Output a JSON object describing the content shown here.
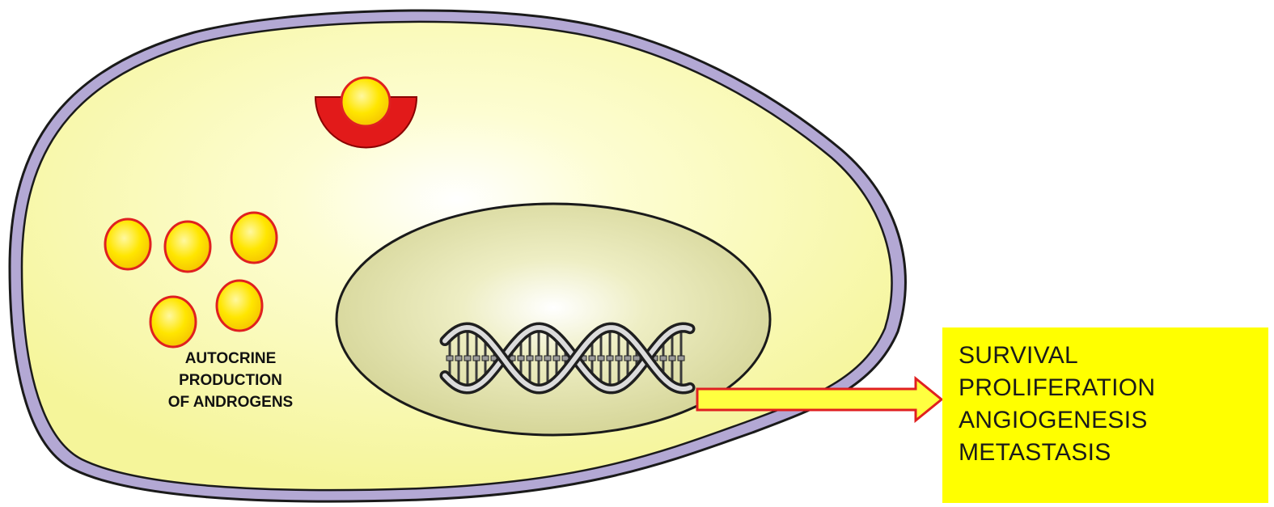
{
  "labels": {
    "autocrine_lines": [
      "AUTOCRINE",
      "PRODUCTION",
      "OF ANDROGENS"
    ]
  },
  "outcomes": [
    "SURVIVAL",
    "PROLIFERATION",
    "ANGIOGENESIS",
    "METASTASIS"
  ],
  "colors": {
    "cytoplasm": "#fafaa8",
    "cell_membrane": "#b3a8d4",
    "nucleus": "#e2e2a6",
    "androgen_fill": "#ffe600",
    "androgen_stroke": "#d82020",
    "receptor": "#e21a1a",
    "arrow_fill": "#ffff40",
    "arrow_stroke": "#e02020",
    "outcome_box": "#ffff00"
  },
  "icons": {
    "dna": "dna-double-helix-icon",
    "receptor": "membrane-receptor-icon",
    "androgen": "androgen-molecule-icon"
  }
}
